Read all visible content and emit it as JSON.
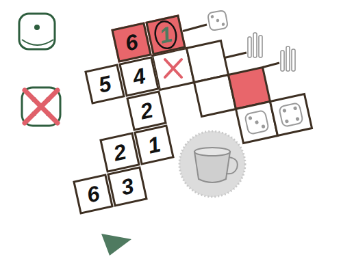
{
  "diagram": {
    "nodes": [
      {
        "text": [
          "6"
        ]
      },
      {
        "text": [
          "1"
        ]
      },
      {
        "text": [
          "5"
        ]
      },
      {
        "text": [
          "4"
        ]
      },
      {
        "text": [
          "2"
        ]
      },
      {
        "text": [
          "2"
        ]
      },
      {
        "text": [
          "1"
        ]
      },
      {
        "text": [
          "6"
        ]
      },
      {
        "text": [
          "3"
        ]
      }
    ]
  }
}
